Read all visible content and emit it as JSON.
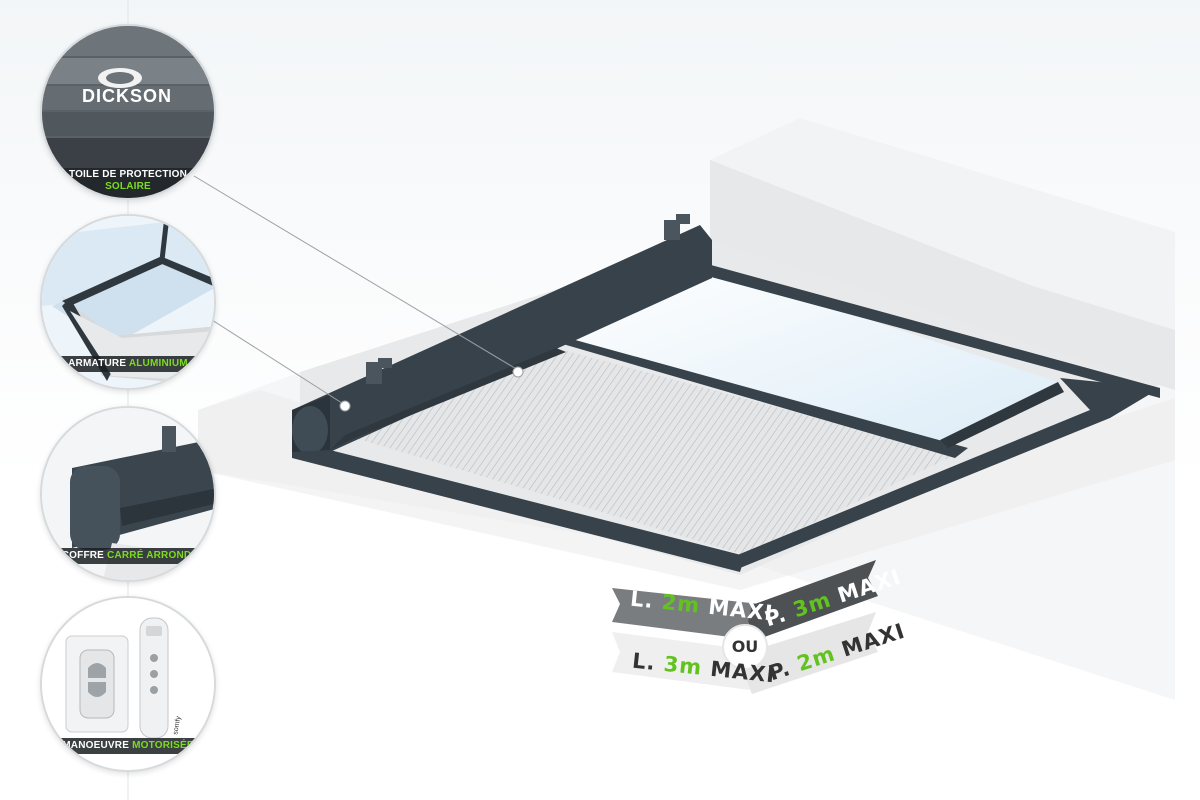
{
  "callouts": [
    {
      "label": "TOILE DE PROTECTION",
      "highlight": "SOLAIRE",
      "logo": "DICKSON"
    },
    {
      "label": "ARMATURE",
      "highlight": "ALUMINIUM"
    },
    {
      "label": "COFFRE",
      "highlight": "CARRÉ ARRONDI"
    },
    {
      "label": "MANOEUVRE",
      "highlight": "MOTORISÉE",
      "remote_brand": "somfy"
    }
  ],
  "dimensions": {
    "option1": {
      "width_prefix": "L.",
      "width_value": "2m",
      "width_suffix": "MAXI",
      "depth_prefix": "P.",
      "depth_value": "3m",
      "depth_suffix": "MAXI"
    },
    "separator": "OU",
    "option2": {
      "width_prefix": "L.",
      "width_value": "3m",
      "width_suffix": "MAXI",
      "depth_prefix": "P.",
      "depth_value": "2m",
      "depth_suffix": "MAXI"
    }
  },
  "colors": {
    "frame": "#37424a",
    "accent_green": "#62c320",
    "glass": "#e9f3fa",
    "fabric": "#d9dcde"
  }
}
